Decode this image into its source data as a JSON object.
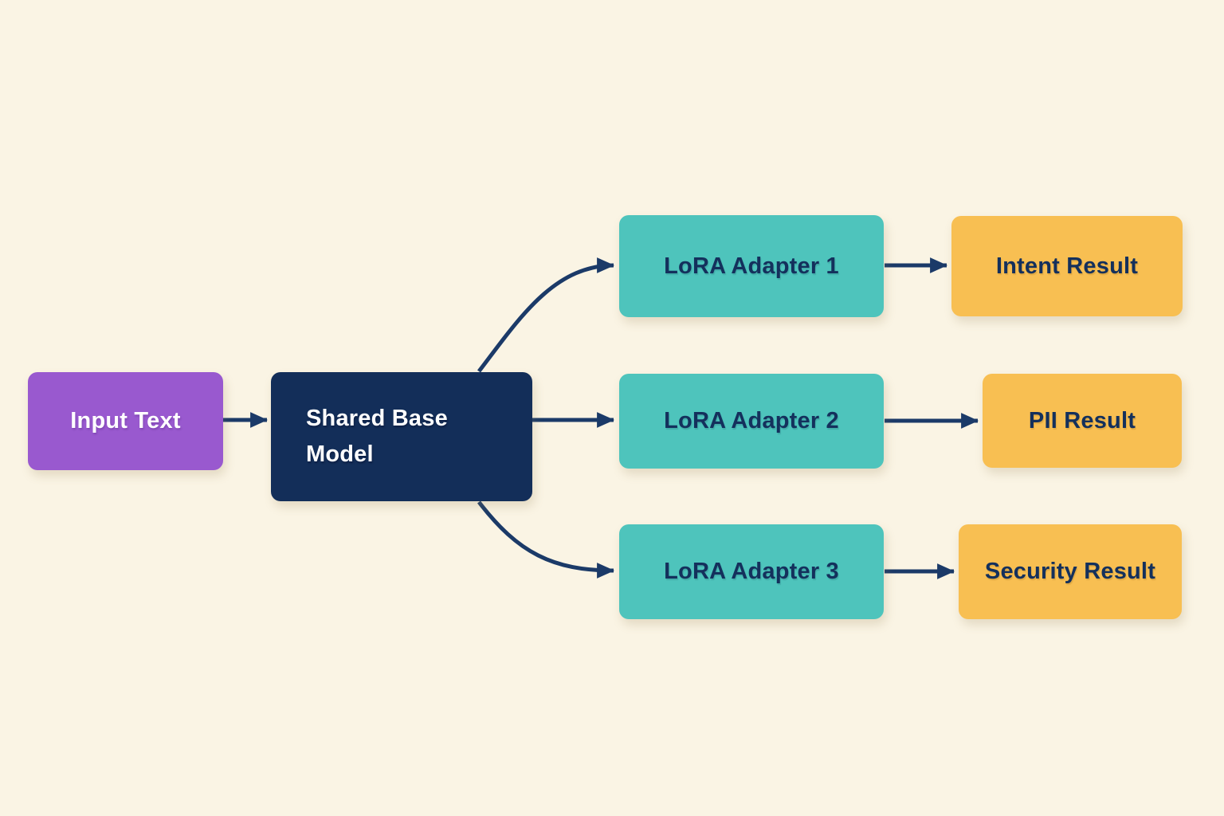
{
  "diagram": {
    "nodes": {
      "input_text": {
        "label": "Input Text"
      },
      "shared_base_model": {
        "label": "Shared Base Model"
      },
      "lora_adapter_1": {
        "label": "LoRA Adapter 1"
      },
      "lora_adapter_2": {
        "label": "LoRA Adapter 2"
      },
      "lora_adapter_3": {
        "label": "LoRA Adapter 3"
      },
      "intent_result": {
        "label": "Intent Result"
      },
      "pii_result": {
        "label": "PII Result"
      },
      "security_result": {
        "label": "Security Result"
      }
    },
    "edges": [
      {
        "from": "input_text",
        "to": "shared_base_model"
      },
      {
        "from": "shared_base_model",
        "to": "lora_adapter_1"
      },
      {
        "from": "shared_base_model",
        "to": "lora_adapter_2"
      },
      {
        "from": "shared_base_model",
        "to": "lora_adapter_3"
      },
      {
        "from": "lora_adapter_1",
        "to": "intent_result"
      },
      {
        "from": "lora_adapter_2",
        "to": "pii_result"
      },
      {
        "from": "lora_adapter_3",
        "to": "security_result"
      }
    ],
    "colors": {
      "background": "#faf4e4",
      "input_node": "#9959cf",
      "base_node": "#132e59",
      "adapter_node": "#4ec4bc",
      "result_node": "#f8bf52",
      "arrow": "#1b3a68",
      "text_on_dark": "#ffffff",
      "text_on_light": "#14305c"
    }
  }
}
